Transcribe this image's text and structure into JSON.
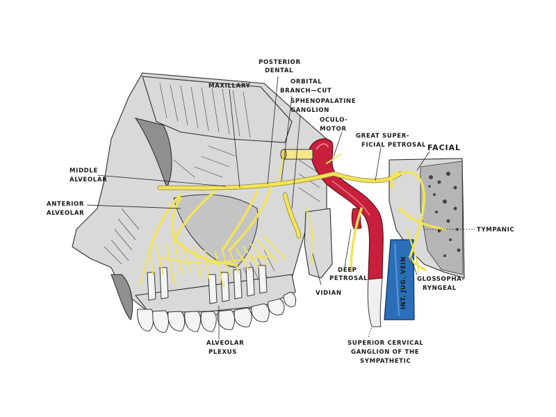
{
  "labels": {
    "posterior_dental": [
      "POSTERIOR",
      "DENTAL"
    ],
    "maxillary": "MAXILLARY",
    "orbital_branch": [
      "ORBITAL",
      "BRANCH—CUT"
    ],
    "sphenopalatine_ganglion": [
      "SPHENOPALATINE",
      "GANGLION"
    ],
    "oculomotor": [
      "OCULO-",
      "MOTOR"
    ],
    "great_superficial_petrosal": [
      "GREAT SUPER-",
      "FICIAL PETROSAL"
    ],
    "facial": "FACIAL",
    "middle_alveolar": [
      "MIDDLE",
      "ALVEOLAR"
    ],
    "anterior_alveolar": [
      "ANTERIOR",
      "ALVEOLAR"
    ],
    "tympanic": "TYMPANIC",
    "deep_petrosal": [
      "DEEP",
      "PETROSAL"
    ],
    "vidian": "VIDIAN",
    "glossopharyngeal": [
      "GLOSSOPHA-",
      "RYNGEAL"
    ],
    "int_jug_vein": "INT. JUG. VEIN",
    "alveolar_plexus": [
      "ALVEOLAR",
      "PLEXUS"
    ],
    "superior_cervical_ganglion": [
      "SUPERIOR CERVICAL",
      "GANGLION OF THE",
      "SYMPATHETIC"
    ]
  },
  "colors": {
    "nerve": "#f2e35a",
    "artery": "#c8203c",
    "vein": "#2a6fb8",
    "bone": "#d9d9d9",
    "bone_shadow": "#8f8f8f",
    "ink": "#1a1a1a"
  }
}
